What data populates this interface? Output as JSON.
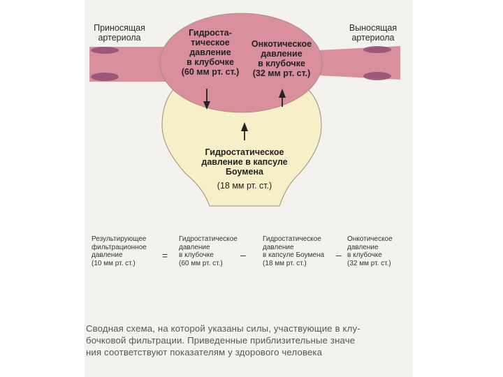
{
  "diagram": {
    "afferent_label": "Приносящая\nартериола",
    "efferent_label": "Выносящая\nартериола",
    "glomerular_hydrostatic": "Гидроста-\nтическое\nдавление\nв клубочке\n(60 мм рт. ст.)",
    "glomerular_oncotic": "Онкотическое\nдавление\nв клубочке\n(32 мм рт. ст.)",
    "capsule_hydrostatic_title": "Гидростатическое\nдавление в капсуле\nБоумена",
    "capsule_hydrostatic_value": "(18 мм рт. ст.)"
  },
  "equation": {
    "result": "Результирующее\nфильтрационное\nдавление\n(10 мм рт. ст.)",
    "equals": "=",
    "term1": "Гидростатическое\nдавление\nв клубочке\n(60 мм рт. ст.)",
    "minus1": "–",
    "term2": "Гидростатическое\nдавление\nв капсуле Боумена\n(18 мм рт. ст.)",
    "minus2": "–",
    "term3": "Онкотическое\nдавление\nв клубочке\n(32 мм рт. ст.)"
  },
  "caption": "Сводная схема, на которой указаны силы, участвующие в клу-\nбочковой фильтрации. Приведенные приблизительные значе\nния соответствуют показателям у здорового человека",
  "colors": {
    "vessel": "#d98f9c",
    "vessel_dark": "#8f4f72",
    "glomerulus": "#d9909c",
    "capsule": "#f6efc7",
    "outline": "#9c8c7c",
    "arrow": "#222222",
    "panel": "#f3f2ee"
  }
}
